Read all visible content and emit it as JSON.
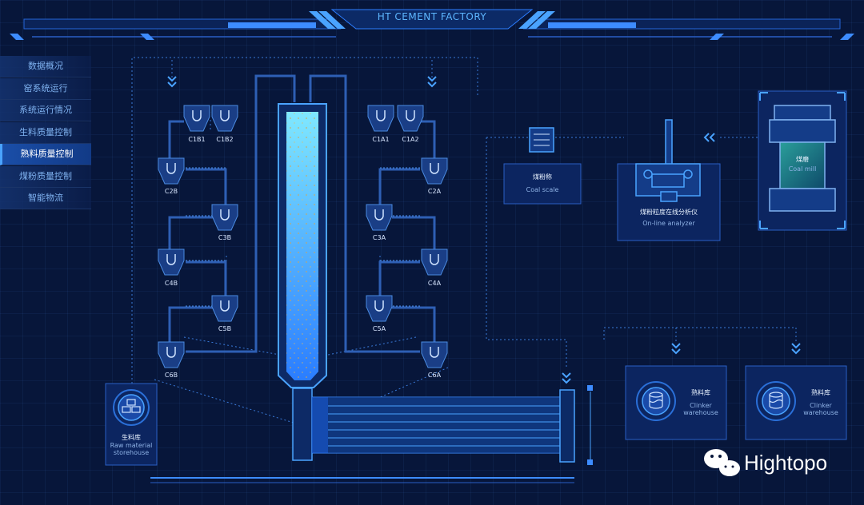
{
  "header": {
    "title": "HT CEMENT FACTORY"
  },
  "sidebar": {
    "items": [
      {
        "label": "数据概况",
        "active": false
      },
      {
        "label": "窑系统运行",
        "active": false
      },
      {
        "label": "系统运行情况",
        "active": false
      },
      {
        "label": "生料质量控制",
        "active": false
      },
      {
        "label": "熟料质量控制",
        "active": true
      },
      {
        "label": "煤粉质量控制",
        "active": false
      },
      {
        "label": "智能物流",
        "active": false
      }
    ]
  },
  "cyclones": {
    "c1b1": "C1B1",
    "c1b2": "C1B2",
    "c1a1": "C1A1",
    "c1a2": "C1A2",
    "c2b": "C2B",
    "c3b": "C3B",
    "c4b": "C4B",
    "c5b": "C5B",
    "c6b": "C6B",
    "c2a": "C2A",
    "c3a": "C3A",
    "c4a": "C4A",
    "c5a": "C5A",
    "c6a": "C6A"
  },
  "raw_storehouse": {
    "cn": "生料库",
    "en_line1": "Raw material",
    "en_line2": "storehouse"
  },
  "coal_scale": {
    "cn": "煤粉称",
    "en": "Coal scale"
  },
  "analyzer": {
    "cn": "煤粉粒度在线分析仪",
    "en": "On-line analyzer"
  },
  "coal_mill": {
    "cn": "煤磨",
    "en": "Coal mill"
  },
  "clinker_1": {
    "cn": "熟料库",
    "en_line1": "Clinker",
    "en_line2": "warehouse"
  },
  "clinker_2": {
    "cn": "熟料库",
    "en_line1": "Clinker",
    "en_line2": "warehouse"
  },
  "watermark": {
    "text": "Hightopo",
    "icon": "wechat-icon"
  },
  "colors": {
    "bg": "#07163a",
    "accent": "#3d8cff",
    "tower_top": "#7fe8ff",
    "tower_bottom": "#2a7dff"
  }
}
